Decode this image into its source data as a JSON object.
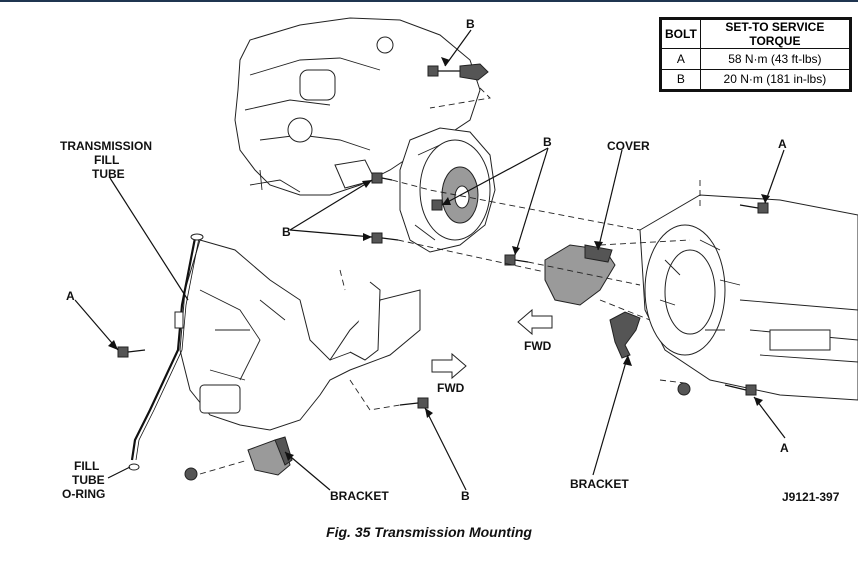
{
  "torque_table": {
    "header_bolt": "BOLT",
    "header_torque": "SET-TO SERVICE TORQUE",
    "rows": [
      {
        "bolt": "A",
        "torque": "58 N·m (43 ft-lbs)"
      },
      {
        "bolt": "B",
        "torque": "20 N·m (181 in-lbs)"
      }
    ]
  },
  "labels": {
    "b_top": "B",
    "b_mid": "B",
    "b_left": "B",
    "b_bottom": "B",
    "a_top_right": "A",
    "a_left": "A",
    "a_bottom_right": "A",
    "cover": "COVER",
    "bracket_right": "BRACKET",
    "bracket_left": "BRACKET",
    "fwd_upper": "FWD",
    "fwd_lower": "FWD",
    "fill_tube_line1": "TRANSMISSION",
    "fill_tube_line2": "FILL",
    "fill_tube_line3": "TUBE",
    "oring_line1": "FILL",
    "oring_line2": "TUBE",
    "oring_line3": "O-RING"
  },
  "figure_code": "J9121-397",
  "caption": "Fig. 35 Transmission Mounting"
}
